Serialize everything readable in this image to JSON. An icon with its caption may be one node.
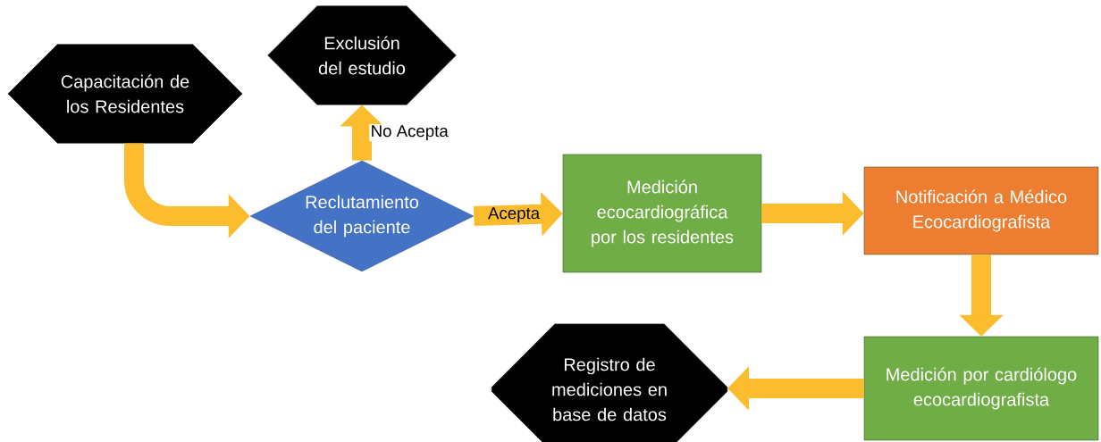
{
  "diagram": {
    "nodes": [
      {
        "text": [
          "Capacitación de los Residentes"
        ]
      },
      {
        "text": [
          "Exclusión del estudio"
        ]
      },
      {
        "text": [
          "Reclutamiento del paciente"
        ]
      },
      {
        "text": [
          "Medición ecocardiográfica por los residentes"
        ]
      },
      {
        "text": [
          "Notificación a Médico Ecocardiografista"
        ]
      },
      {
        "text": [
          "Medición por cardiólogo ecocardiografista"
        ]
      },
      {
        "text": [
          "Registro de mediciones en base de datos"
        ]
      }
    ],
    "edges": [
      {
        "from": 0,
        "to": 2,
        "arrow": "to"
      },
      {
        "from": 2,
        "to": 1,
        "arrow": "to",
        "label": "No Acepta"
      },
      {
        "from": 2,
        "to": 3,
        "arrow": "to",
        "label": "Acepta"
      },
      {
        "from": 3,
        "to": 4,
        "arrow": "to"
      },
      {
        "from": 4,
        "to": 5,
        "arrow": "to"
      },
      {
        "from": 5,
        "to": 6,
        "arrow": "to"
      }
    ]
  }
}
